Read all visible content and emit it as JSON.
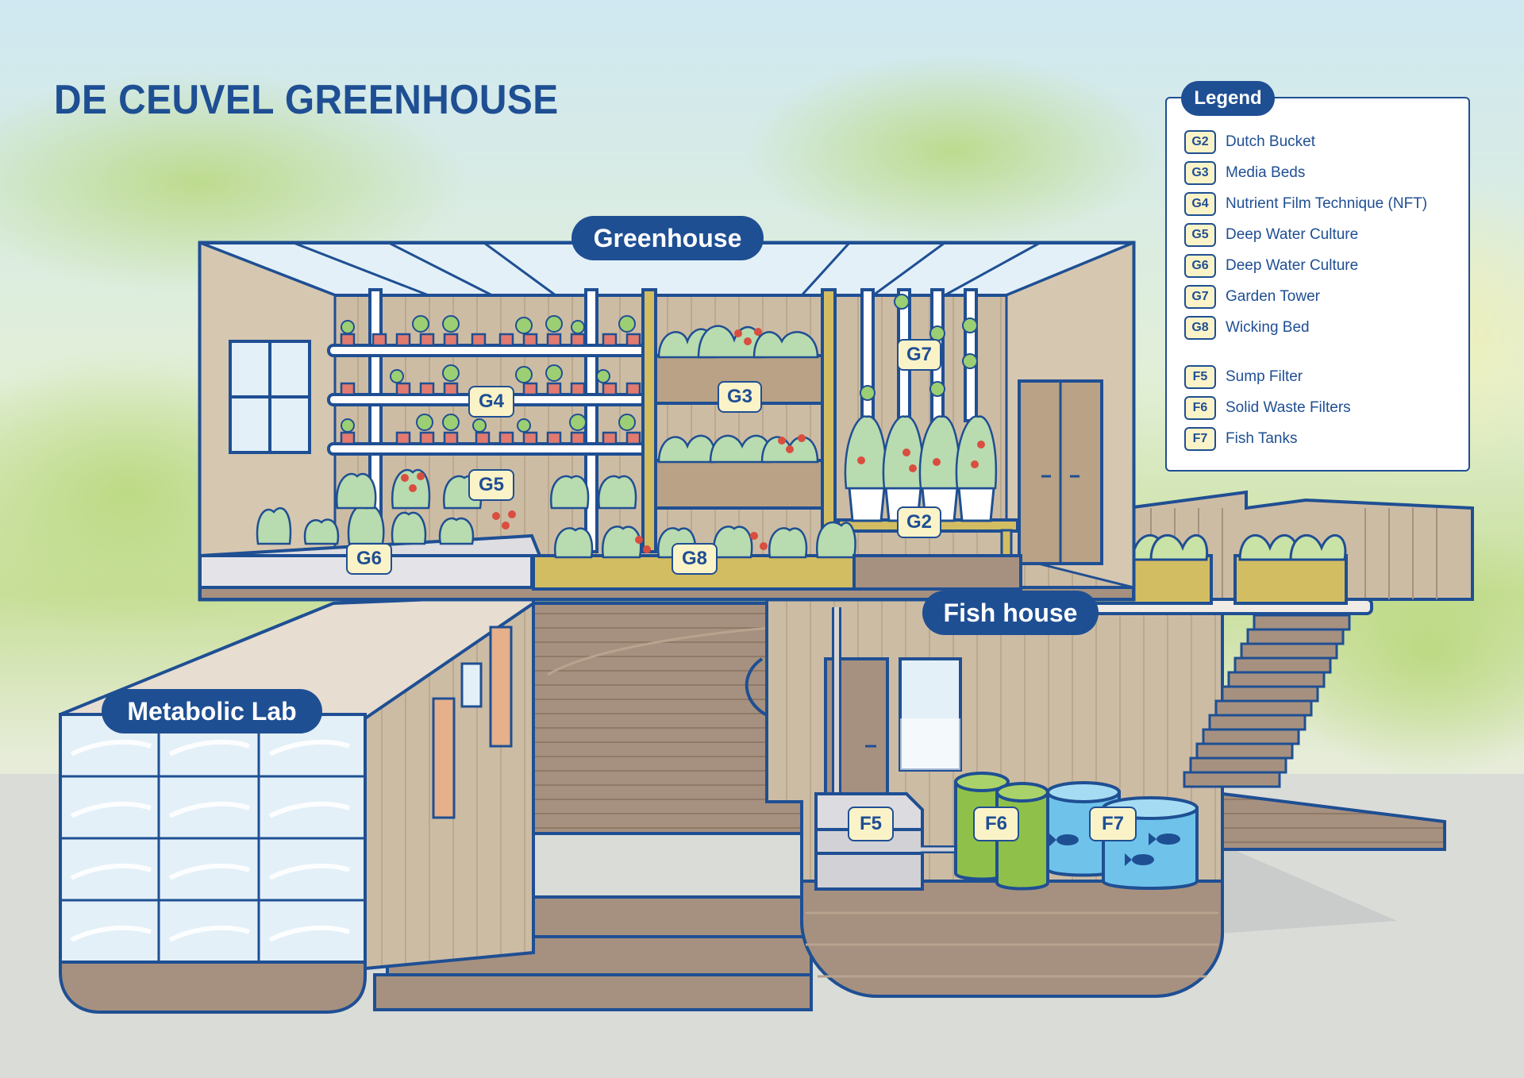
{
  "title": "DE CEUVEL GREENHOUSE",
  "sections": {
    "greenhouse": "Greenhouse",
    "fish_house": "Fish house",
    "metabolic_lab": "Metabolic Lab"
  },
  "tags": {
    "g2": "G2",
    "g3": "G3",
    "g4": "G4",
    "g5": "G5",
    "g6": "G6",
    "g7": "G7",
    "g8": "G8",
    "f5": "F5",
    "f6": "F6",
    "f7": "F7"
  },
  "legend": {
    "title": "Legend",
    "items": [
      {
        "code": "G2",
        "label": "Dutch Bucket"
      },
      {
        "code": "G3",
        "label": "Media Beds"
      },
      {
        "code": "G4",
        "label": "Nutrient Film Technique (NFT)"
      },
      {
        "code": "G5",
        "label": "Deep Water Culture"
      },
      {
        "code": "G6",
        "label": "Deep Water Culture"
      },
      {
        "code": "G7",
        "label": "Garden Tower"
      },
      {
        "code": "G8",
        "label": "Wicking Bed"
      },
      {
        "code": "F5",
        "label": "Sump Filter"
      },
      {
        "code": "F6",
        "label": "Solid Waste Filters"
      },
      {
        "code": "F7",
        "label": "Fish Tanks"
      }
    ]
  },
  "colors": {
    "outline": "#1f4f93",
    "wood": "#cbb9a1",
    "wood_dark": "#a18c75",
    "planter": "#d3bd63",
    "glass": "#e3f0f8",
    "filter_green": "#8fc14a",
    "tank_blue": "#6fc3ea"
  }
}
